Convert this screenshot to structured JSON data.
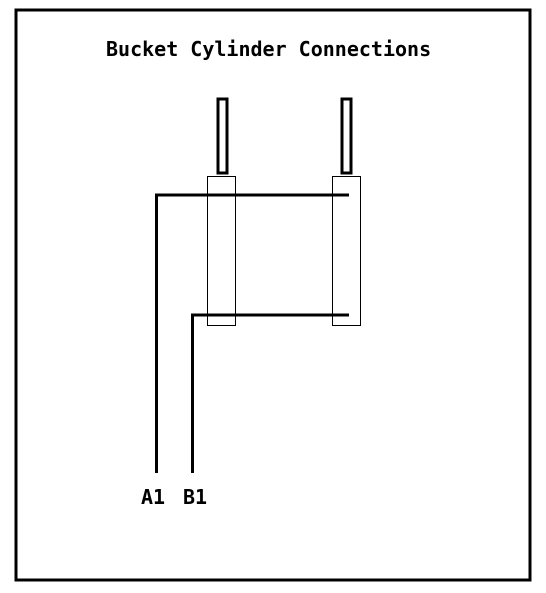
{
  "diagram": {
    "title": "Bucket Cylinder Connections",
    "port_labels": {
      "a": "A1",
      "b": "B1"
    },
    "colors": {
      "background": "#ffffff",
      "line": "#000000"
    }
  }
}
